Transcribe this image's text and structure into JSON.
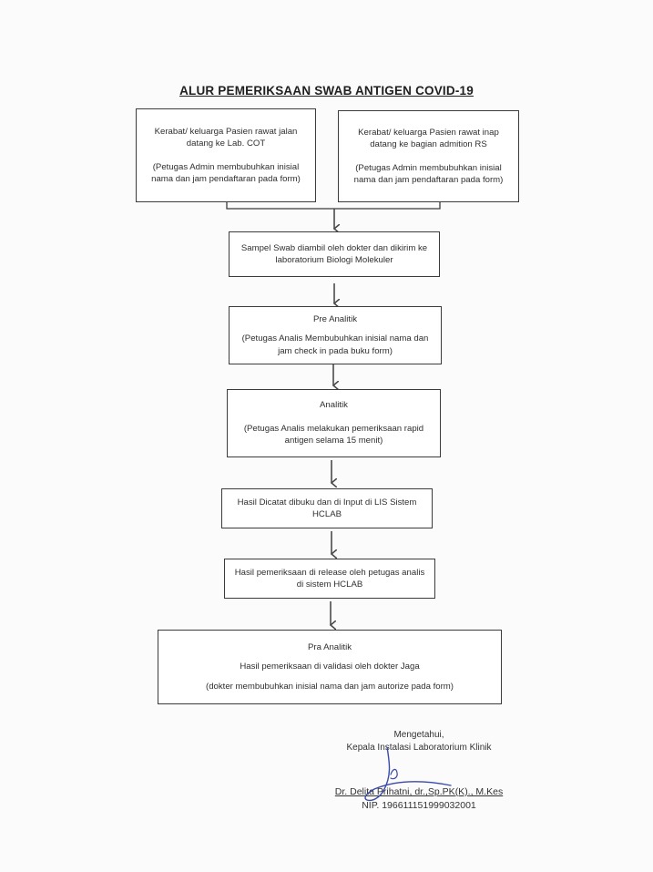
{
  "title": "ALUR PEMERIKSAAN SWAB ANTIGEN COVID-19",
  "steps": {
    "outpatient": {
      "line1": "Kerabat/ keluarga Pasien rawat jalan",
      "line2": "datang ke Lab. COT",
      "note1": "(Petugas Admin membubuhkan inisial",
      "note2": "nama dan jam pendaftaran pada form)"
    },
    "inpatient": {
      "line1": "Kerabat/ keluarga Pasien rawat inap",
      "line2": "datang ke bagian admition RS",
      "note1": "(Petugas Admin membubuhkan inisial",
      "note2": "nama dan jam pendaftaran pada form)"
    },
    "sample": {
      "line1": "Sampel Swab diambil oleh dokter dan dikirim ke",
      "line2": "laboratorium Biologi Molekuler"
    },
    "pre_analytic": {
      "heading": "Pre Analitik",
      "note1": "(Petugas Analis Membubuhkan inisial nama dan",
      "note2": "jam check in pada buku form)"
    },
    "analytic": {
      "heading": "Analitik",
      "note1": "(Petugas Analis melakukan pemeriksaan rapid",
      "note2": "antigen selama 15 menit)"
    },
    "record": {
      "line1": "Hasil Dicatat dibuku dan di Input di LIS Sistem",
      "line2": "HCLAB"
    },
    "release": {
      "line1": "Hasil pemeriksaan di release oleh petugas analis",
      "line2": "di sistem HCLAB"
    },
    "validation": {
      "heading": "Pra Analitik",
      "line1": "Hasil pemeriksaan di validasi oleh dokter Jaga",
      "note1": "(dokter membubuhkan inisial nama dan jam autorize pada form)"
    }
  },
  "approval": {
    "acknowledged": "Mengetahui,",
    "position": "Kepala Instalasi Laboratorium Klinik",
    "name": "Dr. Delita Prihatni, dr.,Sp.PK(K)., M.Kes",
    "nip": "NIP. 196611151999032001"
  },
  "colors": {
    "border": "#3b3b3b",
    "arrow": "#4a4a4a",
    "signature_ink": "#3a4aa8"
  }
}
